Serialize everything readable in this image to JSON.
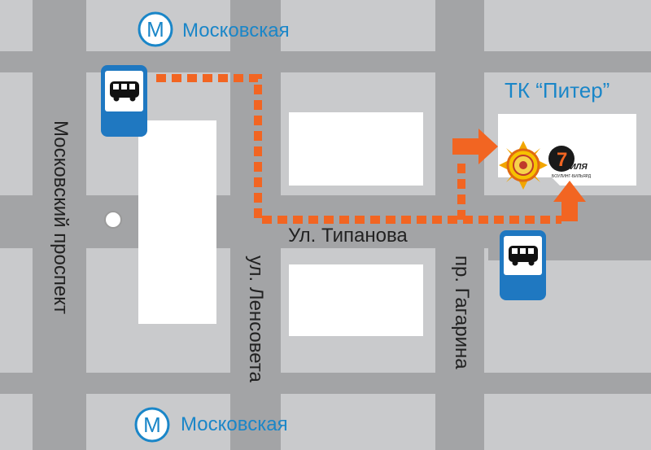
{
  "map": {
    "metro_top_label": "Московская",
    "metro_bottom_label": "Московская",
    "metro_letter": "М",
    "destination_label": "ТК “Питер”",
    "street_tipanova": "Ул. Типанова",
    "street_moskovsky": "Московский проспект",
    "street_lensoveta": "ул. Ленсовета",
    "street_gagarina": "пр. Гагарина",
    "logo_7_number": "7",
    "logo_7_text": "МИЛЯ",
    "logo_7_subtext": "БОУЛИНГ-БИЛЬЯРД"
  },
  "icons": {
    "bus_stop_top": "bus-icon",
    "bus_stop_right": "bus-icon",
    "metro_top": "metro-icon",
    "metro_bottom": "metro-icon",
    "route": "dotted-route",
    "arrows": "arrow-icon",
    "sun_logo": "sun-logo-icon",
    "seven_mile_logo": "seven-mile-logo"
  },
  "colors": {
    "background": "#c9cacc",
    "road": "#a3a4a6",
    "building": "#ffffff",
    "route": "#f26522",
    "bus_badge": "#1f78c1",
    "metro": "#1a86c8",
    "text": "#222222"
  }
}
